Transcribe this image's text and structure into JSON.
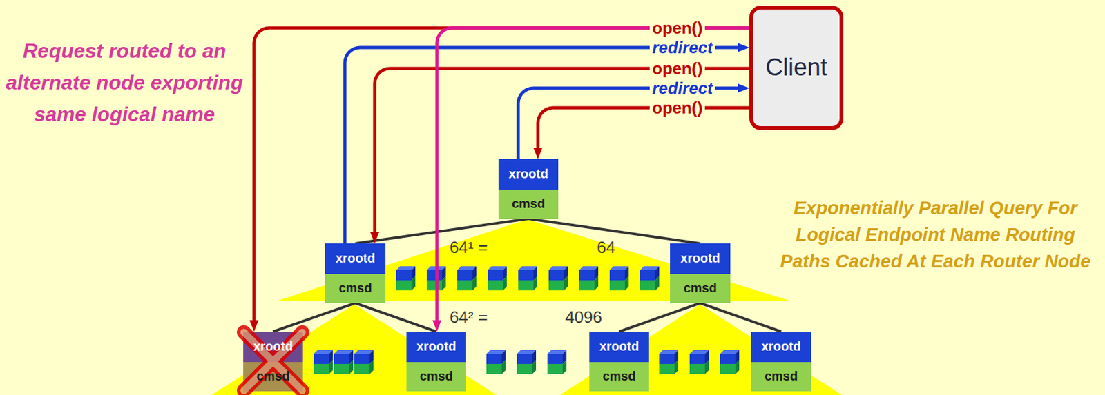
{
  "diagram": {
    "nodes": [
      {
        "text": [
          "Client"
        ]
      },
      {
        "text": [
          "xrootd",
          "cmsd"
        ]
      },
      {
        "text": [
          "xrootd",
          "cmsd"
        ]
      },
      {
        "text": [
          "xrootd",
          "cmsd"
        ]
      },
      {
        "text": [
          "xrootd",
          "cmsd"
        ]
      },
      {
        "text": [
          "xrootd",
          "cmsd"
        ]
      },
      {
        "text": [
          "xrootd",
          "cmsd"
        ]
      },
      {
        "text": [
          "xrootd",
          "cmsd"
        ]
      }
    ],
    "edges": [
      {
        "from": 0,
        "to": 1,
        "label": "open()",
        "arrow": "to"
      },
      {
        "from": 1,
        "to": 0,
        "label": "redirect",
        "arrow": "to"
      },
      {
        "from": 0,
        "to": 2,
        "label": "open()",
        "arrow": "to"
      },
      {
        "from": 2,
        "to": 0,
        "label": "redirect",
        "arrow": "to"
      },
      {
        "from": 0,
        "to": 4,
        "label": "open()",
        "arrow": "to"
      },
      {
        "from": 0,
        "to": 5,
        "arrow": "to"
      },
      {
        "from": 1,
        "to": 2,
        "arrow": "none"
      },
      {
        "from": 1,
        "to": 3,
        "arrow": "none"
      },
      {
        "from": 2,
        "to": 4,
        "arrow": "none"
      },
      {
        "from": 2,
        "to": 5,
        "arrow": "none"
      },
      {
        "from": 3,
        "to": 6,
        "arrow": "none"
      },
      {
        "from": 3,
        "to": 7,
        "arrow": "none"
      }
    ],
    "labels": [
      "Request routed to an alternate node exporting same logical name",
      "Exponentially Parallel Query For Logical Endpoint Name Routing Paths Cached At Each Router Node",
      "64¹ =",
      "64",
      "64² =",
      "4096"
    ]
  }
}
